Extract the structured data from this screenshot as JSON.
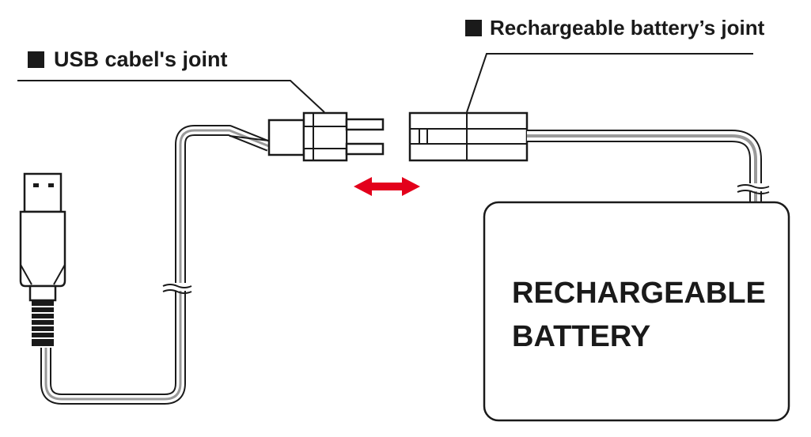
{
  "labels": {
    "usb_joint": "USB cabel's joint",
    "battery_joint": "Rechargeable battery’s joint"
  },
  "battery": {
    "line1": "RECHARGEABLE",
    "line2": "BATTERY"
  },
  "colors": {
    "ink": "#1a1a1a",
    "arrow": "#e3001b",
    "wire_gray": "#9a9a9a"
  },
  "icons": {
    "label_bullet": "black-square",
    "connect_arrow": "double-headed-arrow"
  }
}
